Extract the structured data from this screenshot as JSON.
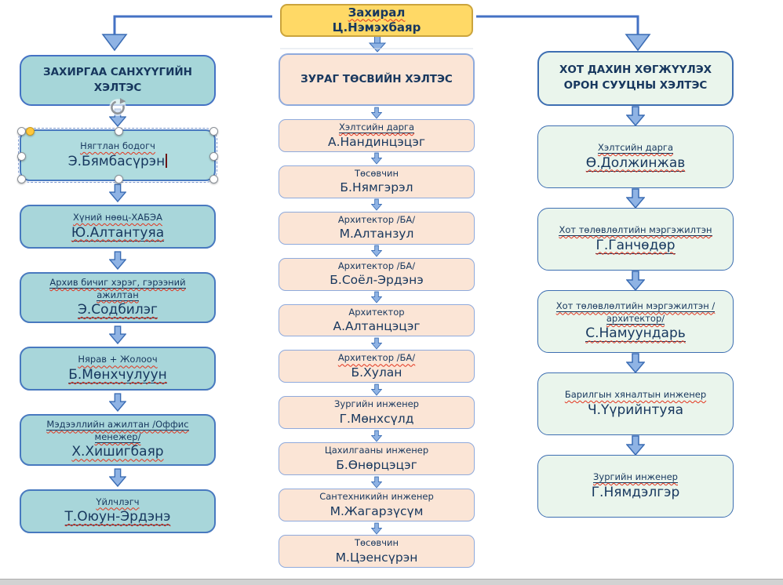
{
  "director": {
    "title": "Захирал",
    "name": "Ц.Нэмэхбаяр",
    "title_squiggle": true
  },
  "columns": [
    {
      "header": "ЗАХИРГАА САНХҮҮГИЙН ХЭЛТЭС",
      "boxes": [
        {
          "title": "Нягтлан бодогч",
          "name": "Э.Бямбасүрэн",
          "selected": true,
          "cursor": true,
          "title_squiggle": true
        },
        {
          "title": "Хүний нөөц-ХАБЭА",
          "name": "Ю.Алтантуяа",
          "title_squiggle": true,
          "name_underline": true,
          "name_squiggle": true
        },
        {
          "title": "Архив бичиг хэрэг, гэрээний ажилтан",
          "name": "Э.Содбилэг",
          "title_underline": true,
          "title_squiggle": true,
          "name_underline": true,
          "name_squiggle": true
        },
        {
          "title": "Нярав + Жолооч",
          "name": "Б.Мөнхчулуун",
          "title_squiggle": true,
          "name_underline": true,
          "name_squiggle": true
        },
        {
          "title": "Мэдээллийн ажилтан /Оффис менежер/",
          "name": "Х.Хишигбаяр",
          "title_underline": true,
          "title_squiggle": true,
          "name_squiggle": true
        },
        {
          "title": "Үйлчлэгч",
          "name": "Т.Оюун-Эрдэнэ",
          "title_squiggle": true,
          "name_underline": true,
          "name_squiggle": true
        }
      ]
    },
    {
      "header": "ЗУРАГ ТӨСВИЙН ХЭЛТЭС",
      "boxes": [
        {
          "title": "Хэлтсийн дарга",
          "name": "А.Нандинцэцэг",
          "title_underline": true,
          "title_squiggle": true
        },
        {
          "title": "Төсөвчин",
          "name": "Б.Нямгэрэл"
        },
        {
          "title": "Архитектор /БА/",
          "name": "М.Алтанзул"
        },
        {
          "title": "Архитектор /БА/",
          "name": "Б.Соёл-Эрдэнэ"
        },
        {
          "title": "Архитектор",
          "name": "А.Алтанцэцэг"
        },
        {
          "title": "Архитектор /БА/",
          "name": "Б.Хулан",
          "title_squiggle": true
        },
        {
          "title": "Зургийн инженер",
          "name": "Г.Мөнхсүлд"
        },
        {
          "title": "Цахилгааны инженер",
          "name": "Б.Өнөрцэцэг"
        },
        {
          "title": "Сантехникийн инженер",
          "name": "М.Жагарзүсүм"
        },
        {
          "title": "Төсөвчин",
          "name": "М.Цэенсүрэн"
        }
      ]
    },
    {
      "header": "ХОТ ДАХИН ХӨГЖҮҮЛЭХ ОРОН СУУЦНЫ ХЭЛТЭС",
      "boxes": [
        {
          "title": "Хэлтсийн дарга",
          "name": "Ө.Должинжав",
          "title_underline": true,
          "title_squiggle": true,
          "name_underline": true,
          "name_squiggle": true
        },
        {
          "title": "Хот төлөвлөлтийн мэргэжилтэн",
          "name": "Г.Ганчөдөр",
          "title_underline": true,
          "title_squiggle": true,
          "name_underline": true,
          "name_squiggle": true
        },
        {
          "title": "Хот төлөвлөлтийн мэргэжилтэн /архитектор/",
          "name": "С.Намуундарь",
          "title_underline": true,
          "title_squiggle": true,
          "name_underline": true,
          "name_squiggle": true
        },
        {
          "title": "Барилгын хяналтын инженер",
          "name": "Ч.Үүрийнтуяа",
          "title_squiggle": true
        },
        {
          "title": "Зургийн инженер",
          "name": "Г.Нямдэлгэр",
          "title_underline": true,
          "title_squiggle": true
        }
      ]
    }
  ],
  "colors": {
    "director_fill": "#FFD966",
    "director_border": "#CBA43C",
    "admin_fill": "#A8D6DA",
    "admin_border": "#4472C4",
    "design_fill": "#FBE5D6",
    "design_border": "#8FAADC",
    "urban_fill": "#EAF5EC",
    "urban_border": "#3E6FB2",
    "connector_line": "#4472C4",
    "arrow_fill": "#8FB3E4",
    "arrow_border": "#3A6CB4",
    "text_navy": "#17375E",
    "squiggle_red": "#E2341D",
    "adjust_handle_yellow": "#FFC73C",
    "bottom_bar_gray": "#D2D2D2"
  },
  "selection": {
    "handle_shape": "circle",
    "rotate_icon": "rotate-arrow",
    "caret_visible": true
  }
}
